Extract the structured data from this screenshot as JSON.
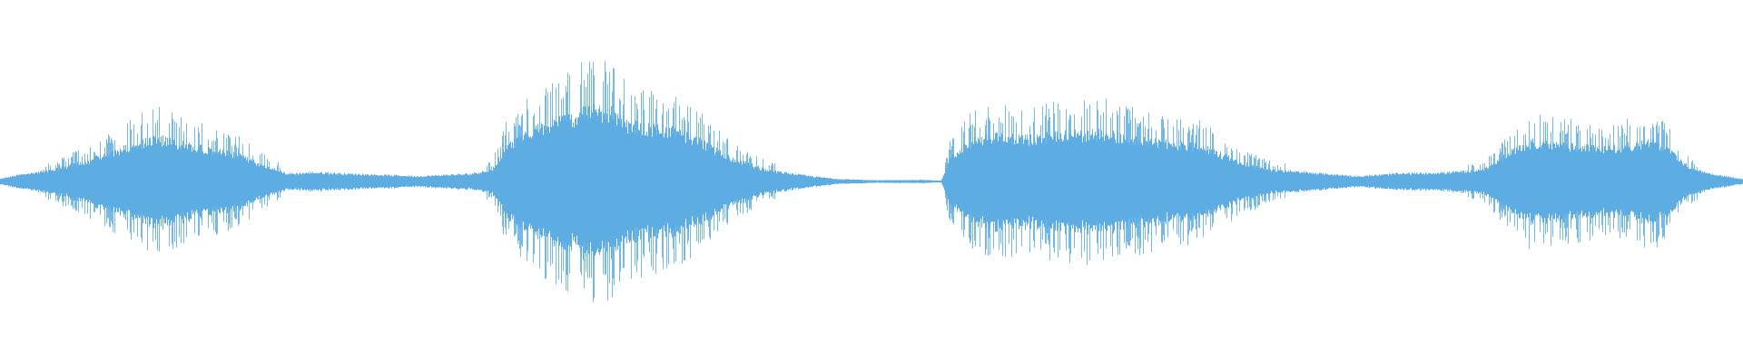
{
  "waveform": {
    "color": "#5dade2",
    "background": "#ffffff",
    "baseline_fraction": 0.5,
    "envelope": [
      [
        0.0,
        0.02
      ],
      [
        0.01,
        0.05
      ],
      [
        0.03,
        0.09
      ],
      [
        0.05,
        0.16
      ],
      [
        0.065,
        0.23
      ],
      [
        0.08,
        0.3
      ],
      [
        0.09,
        0.34
      ],
      [
        0.1,
        0.3
      ],
      [
        0.11,
        0.28
      ],
      [
        0.12,
        0.25
      ],
      [
        0.135,
        0.21
      ],
      [
        0.15,
        0.13
      ],
      [
        0.165,
        0.06
      ],
      [
        0.18,
        0.07
      ],
      [
        0.2,
        0.06
      ],
      [
        0.22,
        0.05
      ],
      [
        0.24,
        0.04
      ],
      [
        0.255,
        0.05
      ],
      [
        0.27,
        0.06
      ],
      [
        0.282,
        0.09
      ],
      [
        0.29,
        0.26
      ],
      [
        0.3,
        0.35
      ],
      [
        0.315,
        0.46
      ],
      [
        0.33,
        0.51
      ],
      [
        0.34,
        0.56
      ],
      [
        0.35,
        0.54
      ],
      [
        0.36,
        0.44
      ],
      [
        0.37,
        0.42
      ],
      [
        0.385,
        0.4
      ],
      [
        0.4,
        0.32
      ],
      [
        0.42,
        0.18
      ],
      [
        0.44,
        0.09
      ],
      [
        0.46,
        0.05
      ],
      [
        0.48,
        0.02
      ],
      [
        0.5,
        0.01
      ],
      [
        0.53,
        0.012
      ],
      [
        0.54,
        0.005
      ],
      [
        0.545,
        0.18
      ],
      [
        0.555,
        0.3
      ],
      [
        0.57,
        0.35
      ],
      [
        0.59,
        0.33
      ],
      [
        0.605,
        0.36
      ],
      [
        0.62,
        0.37
      ],
      [
        0.635,
        0.38
      ],
      [
        0.65,
        0.33
      ],
      [
        0.67,
        0.3
      ],
      [
        0.69,
        0.27
      ],
      [
        0.71,
        0.16
      ],
      [
        0.73,
        0.09
      ],
      [
        0.76,
        0.06
      ],
      [
        0.78,
        0.04
      ],
      [
        0.8,
        0.06
      ],
      [
        0.83,
        0.07
      ],
      [
        0.85,
        0.09
      ],
      [
        0.86,
        0.16
      ],
      [
        0.87,
        0.26
      ],
      [
        0.88,
        0.31
      ],
      [
        0.89,
        0.29
      ],
      [
        0.9,
        0.28
      ],
      [
        0.92,
        0.25
      ],
      [
        0.94,
        0.29
      ],
      [
        0.95,
        0.31
      ],
      [
        0.96,
        0.22
      ],
      [
        0.97,
        0.1
      ],
      [
        0.985,
        0.05
      ],
      [
        1.0,
        0.02
      ]
    ]
  }
}
